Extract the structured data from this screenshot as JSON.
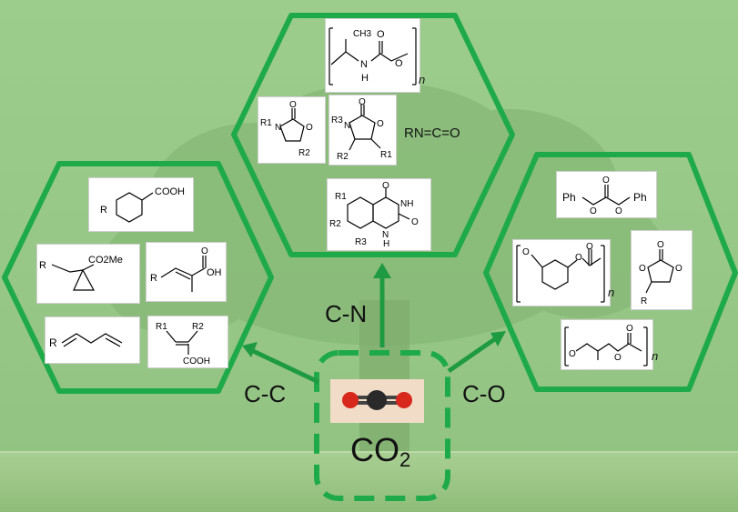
{
  "bonds": {
    "cn": "C-N",
    "cc": "C-C",
    "co": "C-O"
  },
  "center": {
    "co2_main": "CO",
    "co2_sub": "2"
  },
  "cn_group": {
    "carbamate_polymer": {
      "methyl": "CH3",
      "n": "N",
      "h": "H",
      "repeat": "n"
    },
    "oxazolidinone_a": {
      "r1": "R1",
      "n": "N",
      "o_ring": "O",
      "o_carbonyl": "O",
      "r2": "R2"
    },
    "oxazolidinone_b": {
      "r3": "R3",
      "n": "N",
      "o_ring": "O",
      "o_carbonyl": "O",
      "r1": "R1",
      "r2": "R2"
    },
    "isocyanate": {
      "formula": "RN=C=O"
    },
    "quinazolinedione": {
      "r1": "R1",
      "r2": "R2",
      "r3": "R3",
      "nh_a": "NH",
      "nh_b": "N",
      "h": "H",
      "o_top": "O",
      "o_right": "O"
    }
  },
  "cc_group": {
    "benzoic_acid": {
      "r": "R",
      "cooh": "COOH"
    },
    "cyclopropane_ester": {
      "r": "R",
      "ester": "CO2Me"
    },
    "methacrylic_acid": {
      "r": "R",
      "oh": "OH",
      "o": "O"
    },
    "diene": {
      "r": "R"
    },
    "acrylic_acid": {
      "r1": "R1",
      "r2": "R2",
      "cooh": "COOH"
    }
  },
  "co_group": {
    "diphenyl_carbonate": {
      "ph_left": "Ph",
      "ph_right": "Ph",
      "o_left": "O",
      "o_right": "O",
      "o_top": "O"
    },
    "polycyclohexene_carbonate": {
      "o1": "O",
      "o2": "O",
      "o3": "O",
      "repeat": "n"
    },
    "cyclic_carbonate": {
      "o_top": "O",
      "o_left": "O",
      "o_right": "O",
      "r": "R"
    },
    "polypropylene_carbonate": {
      "o1": "O",
      "o2": "O",
      "o3": "O",
      "repeat": "n"
    }
  },
  "colors": {
    "background": "#98c98a",
    "hexagon_stroke": "#1faa49",
    "arrow": "#1e9a42",
    "co2_card": "#f1dcc8",
    "oxygen_atom": "#d8281c",
    "carbon_atom": "#2a2a2a"
  }
}
